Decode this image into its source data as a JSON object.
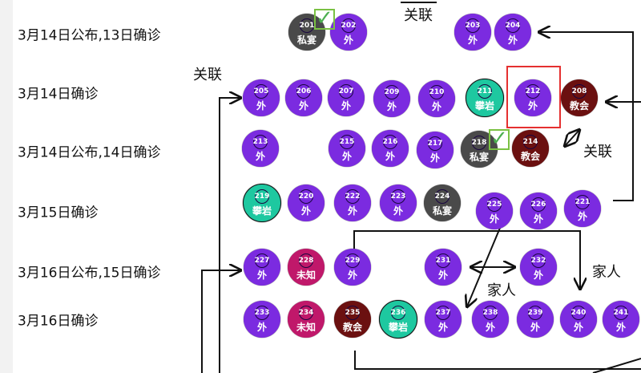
{
  "row_labels": [
    "3月14日公布,13日确诊",
    "3月14日确诊",
    "3月14日公布,14日确诊",
    "3月15日确诊",
    "3月16日公布,15日确诊",
    "3月16日确诊"
  ],
  "annotations": {
    "related_top": "关联",
    "related_left": "关联",
    "related_right": "关联",
    "family_1": "家人",
    "family_2": "家人"
  },
  "colors": {
    "overseas": "#7b2be0",
    "private_banquet": "#4a4a4a",
    "climbing": "#1ec8a0",
    "church": "#6b1010",
    "unknown": "#c0186a",
    "highlight": "#e53030"
  },
  "gender_symbols": {
    "male": "♂",
    "female": "♀"
  },
  "nodes": [
    {
      "id": "201",
      "label": "私宴",
      "type": "private_banquet",
      "gender": "female"
    },
    {
      "id": "202",
      "label": "外",
      "type": "overseas",
      "gender": "male"
    },
    {
      "id": "203",
      "label": "外",
      "type": "overseas",
      "gender": "female"
    },
    {
      "id": "204",
      "label": "外",
      "type": "overseas",
      "gender": "male"
    },
    {
      "id": "205",
      "label": "外",
      "type": "overseas",
      "gender": "female"
    },
    {
      "id": "206",
      "label": "外",
      "type": "overseas",
      "gender": "female"
    },
    {
      "id": "207",
      "label": "外",
      "type": "overseas",
      "gender": "female"
    },
    {
      "id": "209",
      "label": "外",
      "type": "overseas",
      "gender": "female"
    },
    {
      "id": "210",
      "label": "外",
      "type": "overseas",
      "gender": "male"
    },
    {
      "id": "211",
      "label": "攀岩",
      "type": "climbing",
      "gender": "female"
    },
    {
      "id": "212",
      "label": "外",
      "type": "overseas",
      "gender": "male"
    },
    {
      "id": "208",
      "label": "教会",
      "type": "church",
      "gender": "female"
    },
    {
      "id": "213",
      "label": "外",
      "type": "overseas",
      "gender": "male"
    },
    {
      "id": "215",
      "label": "外",
      "type": "overseas",
      "gender": "male"
    },
    {
      "id": "216",
      "label": "外",
      "type": "overseas",
      "gender": "male"
    },
    {
      "id": "217",
      "label": "外",
      "type": "overseas",
      "gender": "male"
    },
    {
      "id": "218",
      "label": "私宴",
      "type": "private_banquet",
      "gender": "female"
    },
    {
      "id": "214",
      "label": "教会",
      "type": "church",
      "gender": "male"
    },
    {
      "id": "219",
      "label": "攀岩",
      "type": "climbing",
      "gender": "male"
    },
    {
      "id": "220",
      "label": "外",
      "type": "overseas",
      "gender": "male"
    },
    {
      "id": "222",
      "label": "外",
      "type": "overseas",
      "gender": "male"
    },
    {
      "id": "223",
      "label": "外",
      "type": "overseas",
      "gender": "male"
    },
    {
      "id": "224",
      "label": "私宴",
      "type": "private_banquet",
      "gender": "male"
    },
    {
      "id": "225",
      "label": "外",
      "type": "overseas",
      "gender": "male"
    },
    {
      "id": "226",
      "label": "外",
      "type": "overseas",
      "gender": "male"
    },
    {
      "id": "221",
      "label": "外",
      "type": "overseas",
      "gender": "female"
    },
    {
      "id": "227",
      "label": "外",
      "type": "overseas",
      "gender": "male"
    },
    {
      "id": "228",
      "label": "未知",
      "type": "unknown",
      "gender": "male"
    },
    {
      "id": "229",
      "label": "外",
      "type": "overseas",
      "gender": "female"
    },
    {
      "id": "231",
      "label": "外",
      "type": "overseas",
      "gender": "male"
    },
    {
      "id": "232",
      "label": "外",
      "type": "overseas",
      "gender": "female"
    },
    {
      "id": "233",
      "label": "外",
      "type": "overseas",
      "gender": "male"
    },
    {
      "id": "234",
      "label": "未知",
      "type": "unknown",
      "gender": "male"
    },
    {
      "id": "235",
      "label": "教会",
      "type": "church",
      "gender": "female"
    },
    {
      "id": "236",
      "label": "攀岩",
      "type": "climbing",
      "gender": "female"
    },
    {
      "id": "237",
      "label": "外",
      "type": "overseas",
      "gender": "female"
    },
    {
      "id": "238",
      "label": "外",
      "type": "overseas",
      "gender": "female"
    },
    {
      "id": "239",
      "label": "外",
      "type": "overseas",
      "gender": "male"
    },
    {
      "id": "240",
      "label": "外",
      "type": "overseas",
      "gender": "male"
    },
    {
      "id": "241",
      "label": "外",
      "type": "overseas",
      "gender": "male"
    }
  ]
}
